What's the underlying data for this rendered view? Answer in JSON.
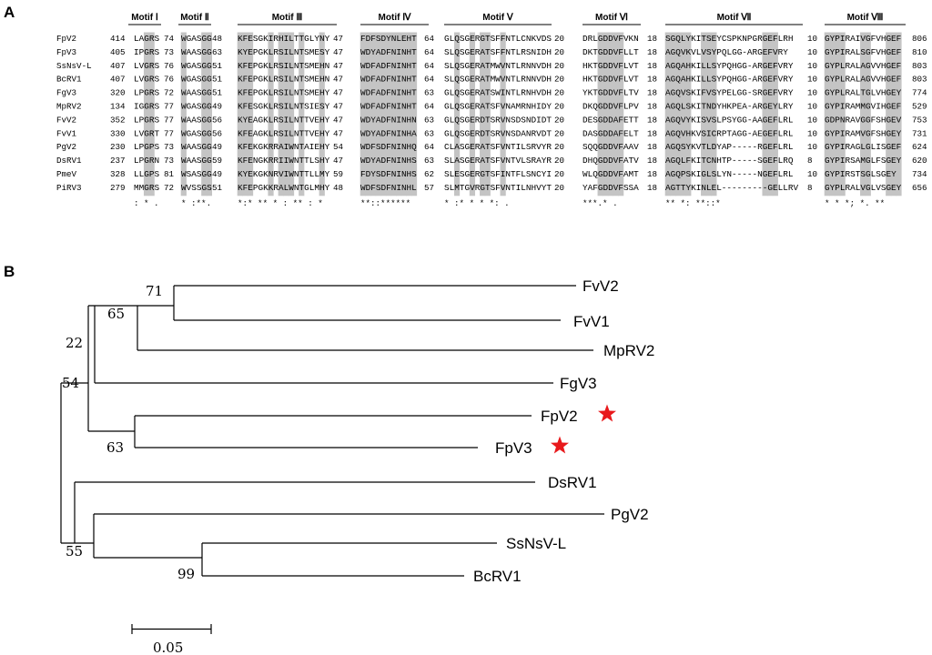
{
  "panels": {
    "a_label": "A",
    "b_label": "B"
  },
  "alignment": {
    "motifs": [
      "Motif Ⅰ",
      "Motif Ⅱ",
      "Motif Ⅲ",
      "Motif Ⅳ",
      "Motif Ⅴ",
      "Motif Ⅵ",
      "Motif Ⅶ",
      "Motif Ⅷ"
    ],
    "rows": [
      {
        "name": "FpV2",
        "start": "414",
        "segs": [
          "LAGRS",
          "74",
          "WGASGG",
          "48",
          "KFESGKIRHILTTGLYNY",
          "47",
          "FDFSDYNLEHT",
          "64",
          "GLQSGERGTSFFNTLCNKVDS",
          "20",
          "DRLGDDVFVKN",
          "18",
          "SGQLYKITSEYCSPKNPGRGEFLRH",
          "10",
          "GYPIRAIVGFVHGEF"
        ],
        "end": "806"
      },
      {
        "name": "FpV3",
        "start": "405",
        "segs": [
          "IPGRS",
          "73",
          "WAASGG",
          "63",
          "KYEPGKLRSILNTSMESY",
          "47",
          "WDYADFNINHT",
          "64",
          "SLQSGERATSFFNTLRSNIDH",
          "20",
          "DKTGDDVFLLT",
          "18",
          "AGQVKVLVSYPQLGG-ARGEFVRY",
          "10",
          "GYPIRALSGFVHGEF"
        ],
        "end": "810"
      },
      {
        "name": "SsNsV-L",
        "start": "407",
        "segs": [
          "LVGRS",
          "76",
          "WGASGG",
          "51",
          "KFEPGKLRSILNTSMEHN",
          "47",
          "WDFADFNINHT",
          "64",
          "SLQSGERATMWVNTLRNNVDH",
          "20",
          "HKTGDDVFLVT",
          "18",
          "AGQAHKILLSYPQHGG-ARGEFVRY",
          "10",
          "GYPLRALAGVVHGEF"
        ],
        "end": "803"
      },
      {
        "name": "BcRV1",
        "start": "407",
        "segs": [
          "LVGRS",
          "76",
          "WGASGG",
          "51",
          "KFEPGKLRSILNTSMEHN",
          "47",
          "WDFADFNINHT",
          "64",
          "SLQSGERATMWVNTLRNNVDH",
          "20",
          "HKTGDDVFLVT",
          "18",
          "AGQAHKILLSYPQHGG-ARGEFVRY",
          "10",
          "GYPLRALAGVVHGEF"
        ],
        "end": "803"
      },
      {
        "name": "FgV3",
        "start": "320",
        "segs": [
          "LPGRS",
          "72",
          "WAASGG",
          "51",
          "KFEPGKLRSILNTSMEHY",
          "47",
          "WDFADFNINHT",
          "63",
          "GLQSGERATSWINTLRNHVDH",
          "20",
          "YKTGDDVFLTV",
          "18",
          "AGQVSKIFVSYPELGG-SRGEFVRY",
          "10",
          "GYPLRALTGLVHGEY"
        ],
        "end": "774"
      },
      {
        "name": "MpRV2",
        "start": "134",
        "segs": [
          "IGGRS",
          "77",
          "WGASGG",
          "49",
          "KFESGKLRSILNTSIESY",
          "47",
          "WDFADFNINHT",
          "64",
          "GLQSGERATSFVNAMRNHIDY",
          "20",
          "DKQGDDVFLPV",
          "18",
          "AGQLSKITNDYHKPEA-ARGEYLRY",
          "10",
          "GYPIRAMMGVIHGEF"
        ],
        "end": "529"
      },
      {
        "name": "FvV2",
        "start": "352",
        "segs": [
          "LPGRS",
          "77",
          "WAASGG",
          "56",
          "KYEAGKLRSILNTTVEHY",
          "47",
          "WDYADFNINHN",
          "63",
          "GLQSGERDTSRVNSDSNDIDT",
          "20",
          "DESGDDAFETT",
          "18",
          "AGQVYKISVSLPSYGG-AAGEFLRL",
          "10",
          "GDPNRAVGGFSHGEV"
        ],
        "end": "753"
      },
      {
        "name": "FvV1",
        "start": "330",
        "segs": [
          "LVGRT",
          "77",
          "WGASGG",
          "56",
          "KFEAGKLRSILNTTVEHY",
          "47",
          "WDYADFNINHA",
          "63",
          "GLQSGERDTSRVNSDANRVDT",
          "20",
          "DASGDDAFELT",
          "18",
          "AGQVHKVSICRPTAGG-AEGEFLRL",
          "10",
          "GYPIRAMVGFSHGEY"
        ],
        "end": "731"
      },
      {
        "name": "PgV2",
        "start": "230",
        "segs": [
          "LPGPS",
          "73",
          "WAASGG",
          "49",
          "KFEKGKRRAIWNTAIEHY",
          "54",
          "WDFSDFNINHQ",
          "64",
          "CLASGERATSFVNTILSRVYR",
          "20",
          "SQQGDDVFAAV",
          "18",
          "AGQSYKVTLDYAP-----RGEFLRL",
          "10",
          "GYPIRAGLGLISGEF"
        ],
        "end": "624"
      },
      {
        "name": "DsRV1",
        "start": "237",
        "segs": [
          "LPGRN",
          "73",
          "WAASGG",
          "59",
          "KFENGKRRIIWNTTLSHY",
          "47",
          "WDYADFNINHS",
          "63",
          "SLASGERATSFVNTVLSRAYR",
          "20",
          "DHQGDDVFATV",
          "18",
          "AGQLFKITCNHTP-----SGEFLRQ",
          "8",
          "GYPIRSAMGLFSGEY"
        ],
        "end": "620"
      },
      {
        "name": "PmeV",
        "start": "328",
        "segs": [
          "LLGPS",
          "81",
          "WSASGG",
          "49",
          "KYEKGKNRVIWNTTLLMY",
          "59",
          "FDYSDFNINHS",
          "62",
          "SLESGERGTSFINTFLSNCYI",
          "20",
          "WLQGDDVFAMT",
          "18",
          "AGQPSKIGLSLYN-----NGEFLRL",
          "10",
          "GYPIRSTSGLSGEY"
        ],
        "end": "734"
      },
      {
        "name": "PiRV3",
        "start": "279",
        "segs": [
          "MMGRS",
          "72",
          "WVSSGS",
          "51",
          "KFEPGKKRALWNTGLMHY",
          "48",
          "WDFSDFNINHL",
          "57",
          "SLMTGVRGTSFVNTILNHVYT",
          "20",
          "YAFGDDVFSSA",
          "18",
          "AGTTYKINLEL---------GELLRV",
          "8",
          "GYPLRALVGLVSGEY"
        ],
        "end": "656"
      }
    ],
    "consensus": [
      ": * .",
      "* :**.",
      "*:* ** * : ** : *",
      "**::******",
      "* :* * *  *:  .",
      "***.*  .",
      "**   *:           **::*",
      "* * *;  *.  **"
    ]
  },
  "tree": {
    "leaves": [
      "FvV2",
      "FvV1",
      "MpRV2",
      "FgV3",
      "FpV2",
      "FpV3",
      "DsRV1",
      "PgV2",
      "SsNsV-L",
      "BcRV1"
    ],
    "bootstraps": [
      "71",
      "65",
      "22",
      "54",
      "63",
      "55",
      "99"
    ],
    "scale_label": "0.05",
    "highlighted": [
      "FpV2",
      "FpV3"
    ],
    "highlight_color": "#e8191c",
    "highlight_icon": "star-icon"
  }
}
